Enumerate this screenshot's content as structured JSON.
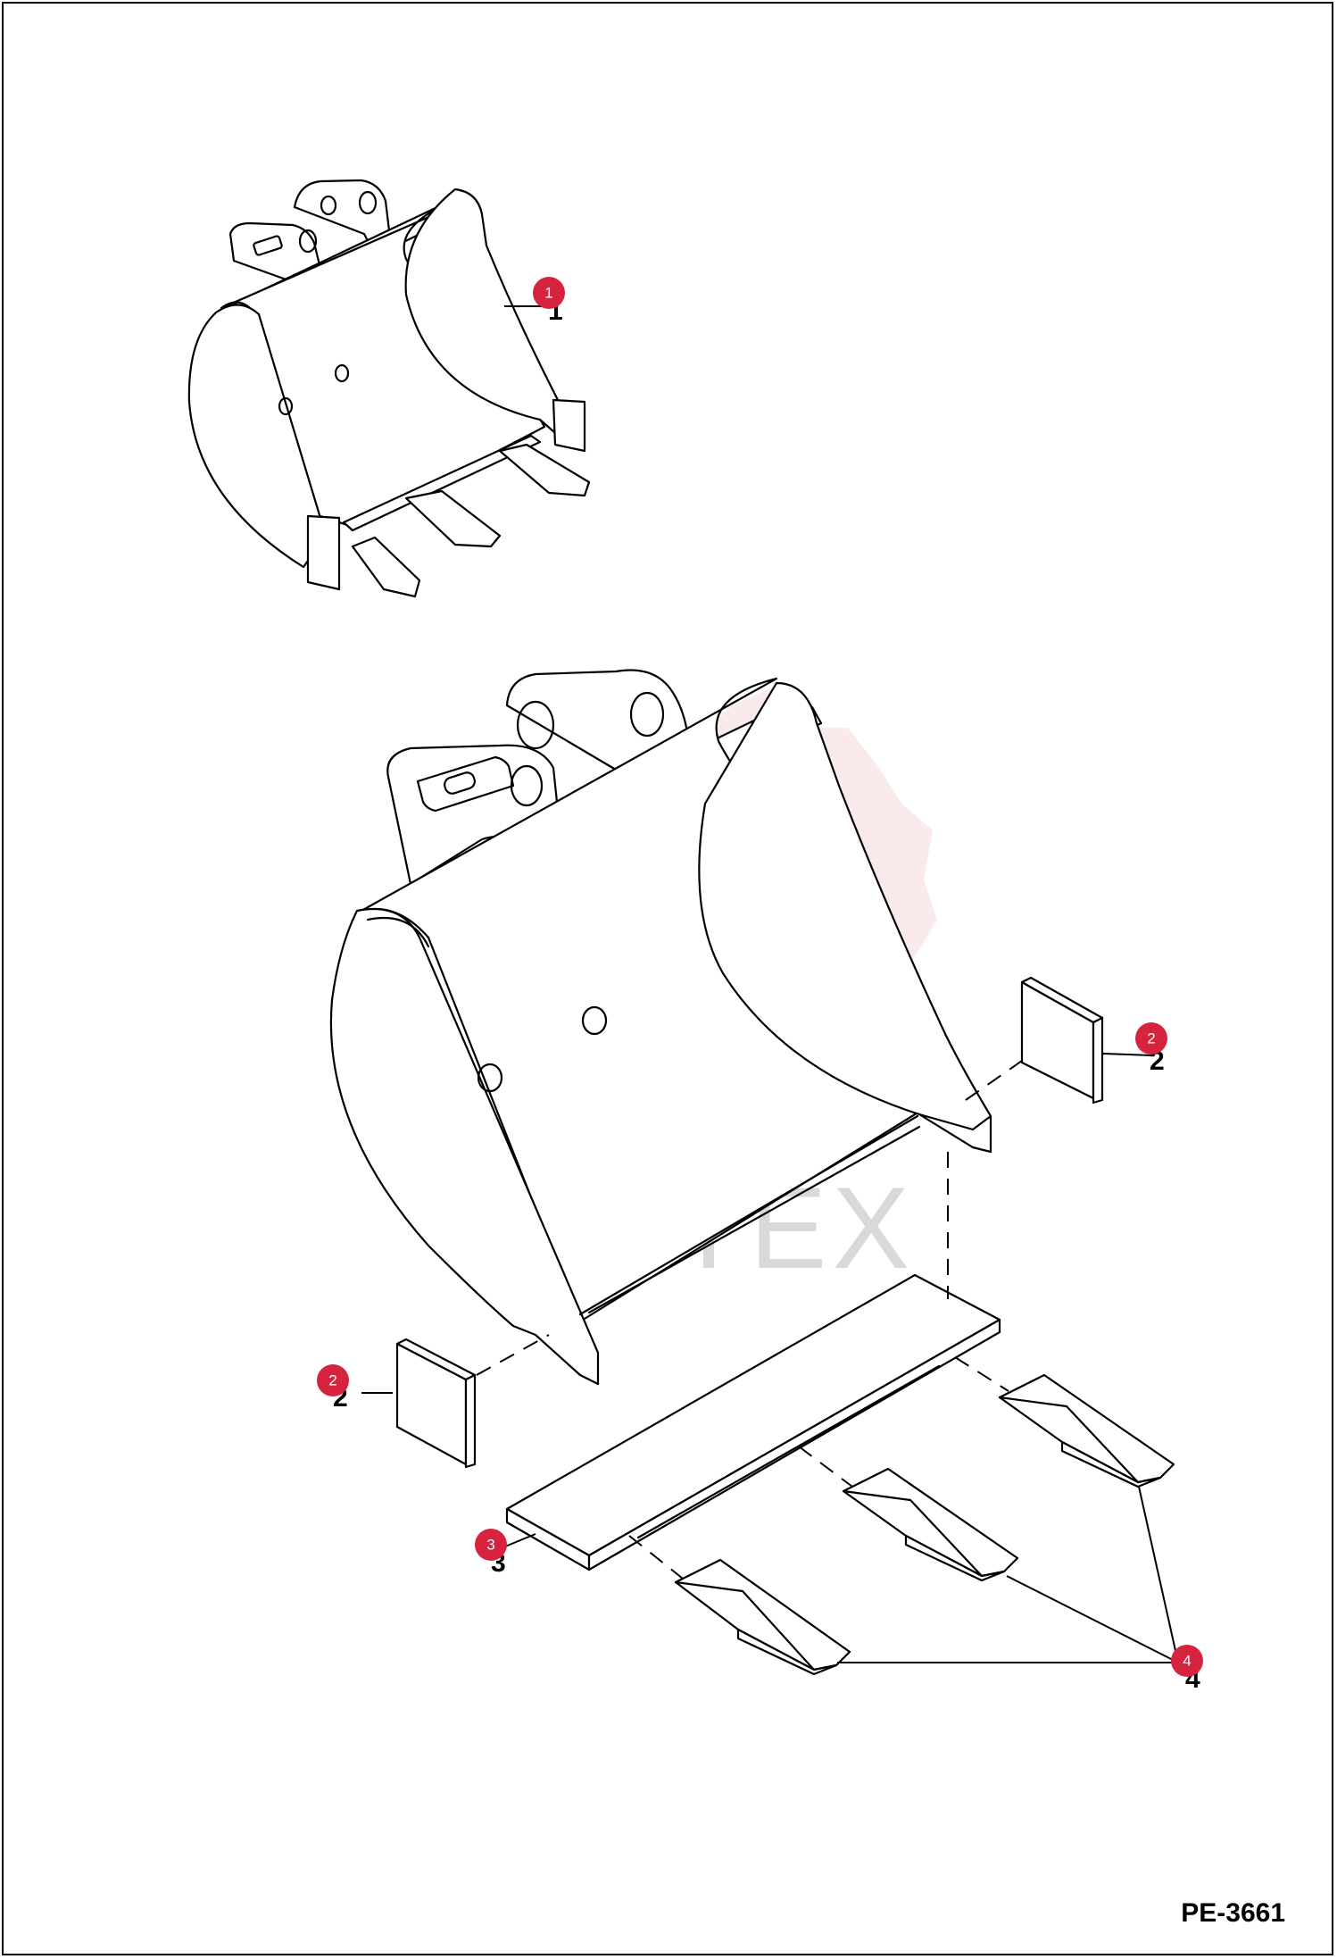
{
  "drawing_code": "PE-3661",
  "watermark": {
    "text": "ИНТЕХ",
    "color": "#e8a0a4"
  },
  "callouts": [
    {
      "number": "1",
      "color": "#d6243f"
    },
    {
      "number": "2",
      "color": "#d6243f"
    },
    {
      "number": "2",
      "color": "#d6243f"
    },
    {
      "number": "3",
      "color": "#d6243f"
    },
    {
      "number": "4",
      "color": "#d6243f"
    }
  ],
  "item_numbers": [
    "1",
    "2",
    "2",
    "3",
    "4"
  ]
}
